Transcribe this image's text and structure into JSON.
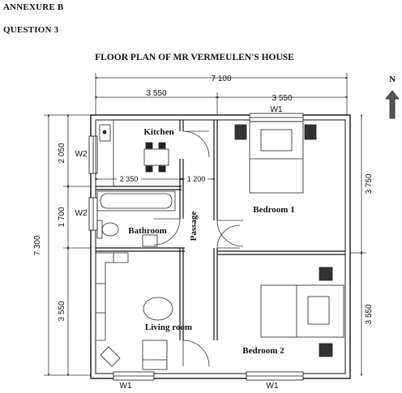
{
  "header": {
    "annexure": "ANNEXURE B",
    "question": "QUESTION 3"
  },
  "plan": {
    "title": "FLOOR PLAN OF MR VERMEULEN'S HOUSE",
    "north": "N",
    "rooms": {
      "kitchen": "Kitchen",
      "bathroom": "Bathroom",
      "passage": "Passage",
      "living": "Living room",
      "bedroom1": "Bedroom 1",
      "bedroom2": "Bedroom 2"
    },
    "dimensions": {
      "total_width": "7 100",
      "left_width": "3 550",
      "right_width": "3 550",
      "total_height": "7 300",
      "kitchen_height": "2 050",
      "bathroom_height": "1 700",
      "living_height": "3 550",
      "bedroom1_height": "3 750",
      "bedroom2_height": "3 550",
      "bathroom_width": "2 350",
      "passage_width": "1 200"
    },
    "windows": {
      "top": "W1",
      "kitchen": "W2",
      "bathroom": "W2",
      "bottom_left": "W1",
      "bottom_right": "W1"
    }
  }
}
